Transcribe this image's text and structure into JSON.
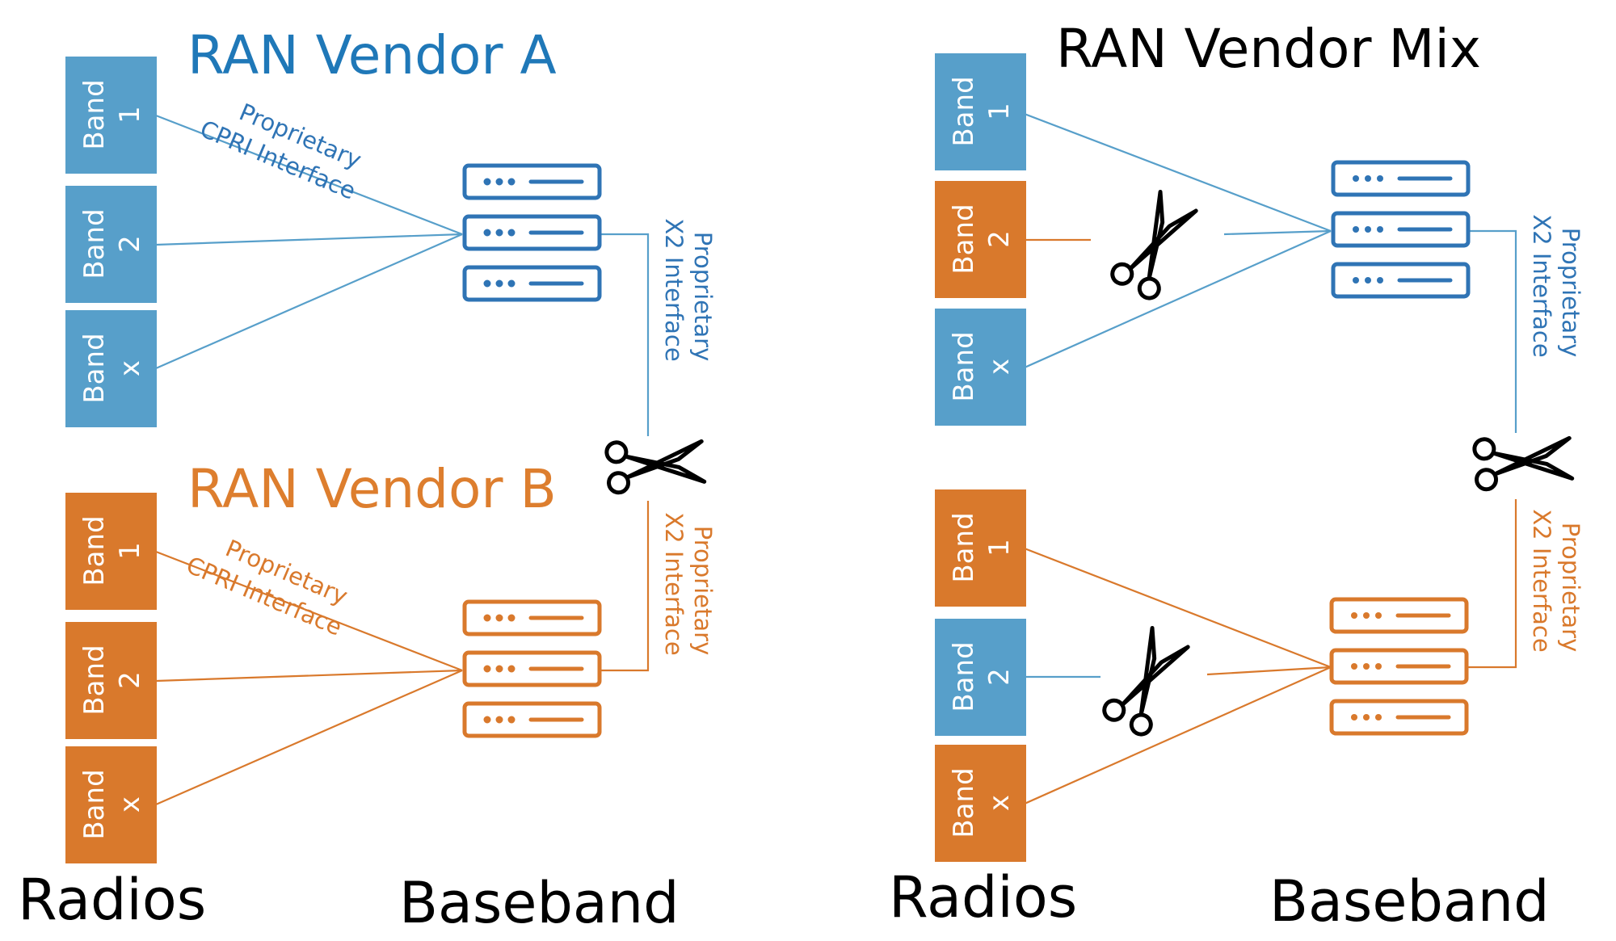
{
  "colors": {
    "blue": "#579fca",
    "orange": "#d9792c",
    "blue_text": "#2f74b5",
    "orange_text": "#d9792c",
    "title_blue": "#1f78b8",
    "title_orange": "#dd7e2e",
    "black": "#000000"
  },
  "left": {
    "title_a": "RAN Vendor A",
    "title_b": "RAN Vendor B",
    "cpri_line1": "Proprietary",
    "cpri_line2": "CPRI Interface",
    "x2_line1": "Proprietary",
    "x2_line2": "X2 Interface",
    "bands_a": [
      {
        "word": "Band",
        "num": "1"
      },
      {
        "word": "Band",
        "num": "2"
      },
      {
        "word": "Band",
        "num": "x"
      }
    ],
    "bands_b": [
      {
        "word": "Band",
        "num": "1"
      },
      {
        "word": "Band",
        "num": "2"
      },
      {
        "word": "Band",
        "num": "x"
      }
    ],
    "radios_label": "Radios",
    "baseband_label": "Baseband"
  },
  "right": {
    "title": "RAN Vendor Mix",
    "x2_line1": "Proprietary",
    "x2_line2": "X2 Interface",
    "bands_top": [
      {
        "word": "Band",
        "num": "1",
        "color": "blue"
      },
      {
        "word": "Band",
        "num": "2",
        "color": "orange"
      },
      {
        "word": "Band",
        "num": "x",
        "color": "blue"
      }
    ],
    "bands_bottom": [
      {
        "word": "Band",
        "num": "1",
        "color": "orange"
      },
      {
        "word": "Band",
        "num": "2",
        "color": "blue"
      },
      {
        "word": "Band",
        "num": "x",
        "color": "orange"
      }
    ],
    "radios_label": "Radios",
    "baseband_label": "Baseband"
  }
}
